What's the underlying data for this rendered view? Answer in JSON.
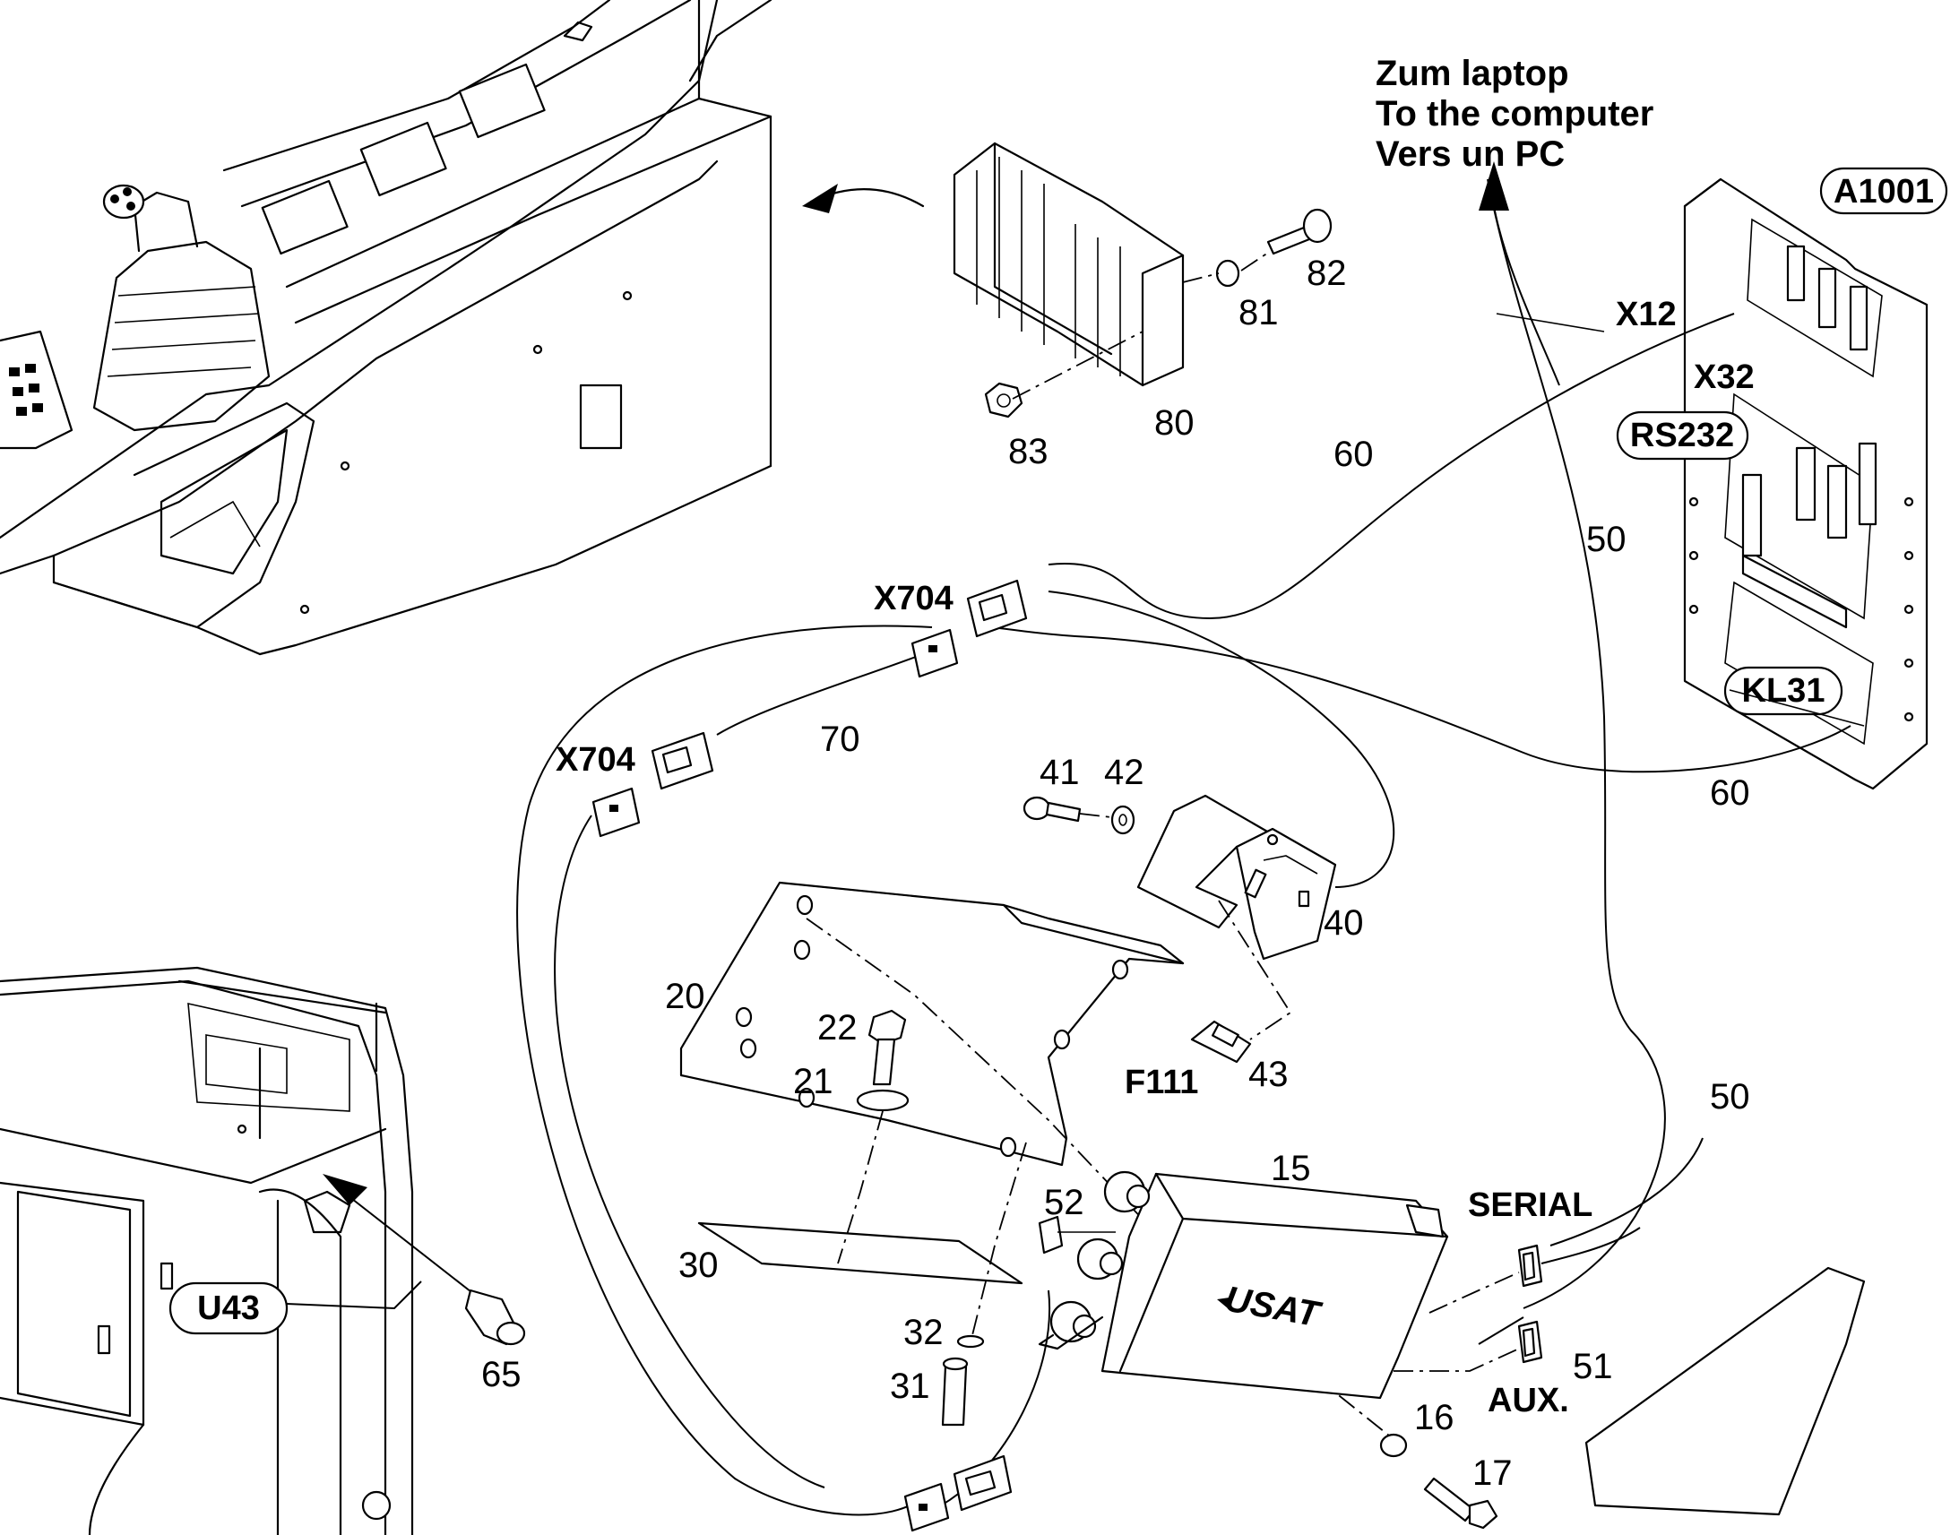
{
  "note_lines": [
    "Zum laptop",
    "To the computer",
    "Vers un PC"
  ],
  "callouts": {
    "a1001": "A1001",
    "rs232": "RS232",
    "kl31": "KL31",
    "u43": "U43"
  },
  "connector_labels": {
    "x12": "X12",
    "x32": "X32",
    "x704_top": "X704",
    "x704_left": "X704",
    "f111": "F111",
    "serial": "SERIAL",
    "aux": "AUX."
  },
  "device_brand": "USAT",
  "part_numbers": {
    "p15": "15",
    "p16": "16",
    "p17": "17",
    "p20": "20",
    "p21": "21",
    "p22": "22",
    "p30": "30",
    "p31": "31",
    "p32": "32",
    "p40": "40",
    "p41": "41",
    "p42": "42",
    "p43": "43",
    "p50a": "50",
    "p50b": "50",
    "p51": "51",
    "p52": "52",
    "p60a": "60",
    "p60b": "60",
    "p65": "65",
    "p70": "70",
    "p80": "80",
    "p81": "81",
    "p82": "82",
    "p83": "83"
  }
}
